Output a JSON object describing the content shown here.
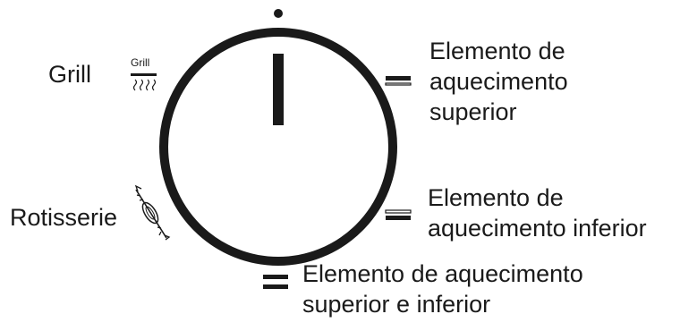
{
  "colors": {
    "ink": "#1a1a1a",
    "background": "#ffffff"
  },
  "dial": {
    "marker": "top-dot-indicator",
    "pointer": "vertical-bar-at-12-oclock"
  },
  "functions": {
    "grill": {
      "label": "Grill",
      "icon": "grill-icon",
      "icon_text": "Grill"
    },
    "rotisserie": {
      "label": "Rotisserie",
      "icon": "rotisserie-spit-icon"
    },
    "upper_element": {
      "lines": [
        "Elemento de",
        "aquecimento",
        "superior"
      ],
      "icon": "upper-heating-element-icon"
    },
    "lower_element": {
      "lines": [
        "Elemento de",
        "aquecimento inferior"
      ],
      "icon": "lower-heating-element-icon"
    },
    "both_elements": {
      "lines": [
        "Elemento de aquecimento",
        "superior e inferior"
      ],
      "icon": "upper-lower-heating-elements-icon"
    }
  }
}
